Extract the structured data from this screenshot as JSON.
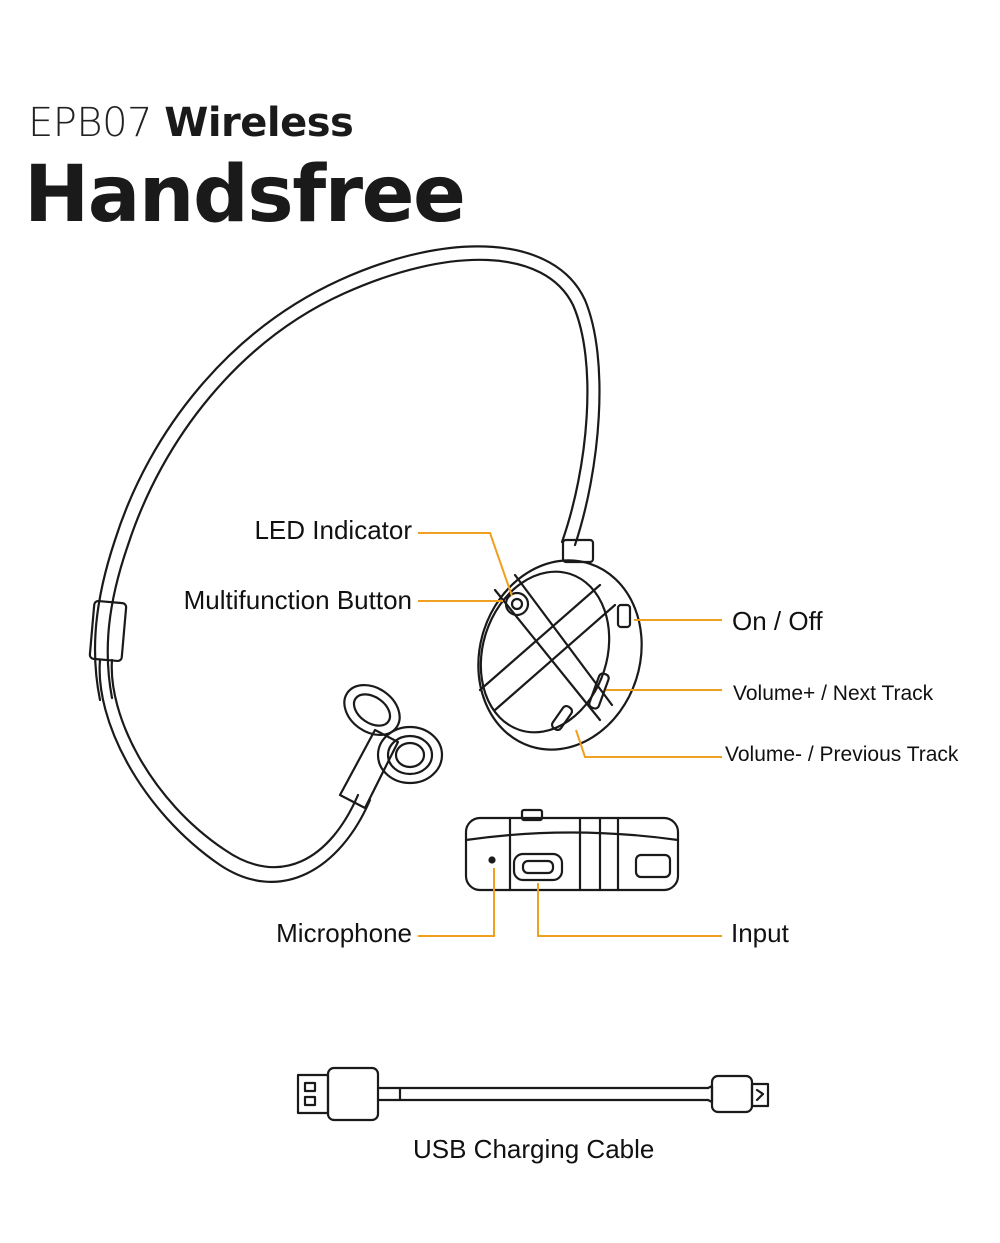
{
  "title": {
    "model": "EPB07",
    "subtitle": "Wireless",
    "main": "Handsfree"
  },
  "labels": {
    "led_indicator": "LED Indicator",
    "multifunction_button": "Multifunction Button",
    "on_off": "On / Off",
    "volume_plus": "Volume+ / Next Track",
    "volume_minus": "Volume- / Previous Track",
    "microphone": "Microphone",
    "input": "Input",
    "usb_cable": "USB Charging Cable"
  },
  "colors": {
    "leader_line": "#f0a020",
    "drawing": "#1a1a1a"
  }
}
